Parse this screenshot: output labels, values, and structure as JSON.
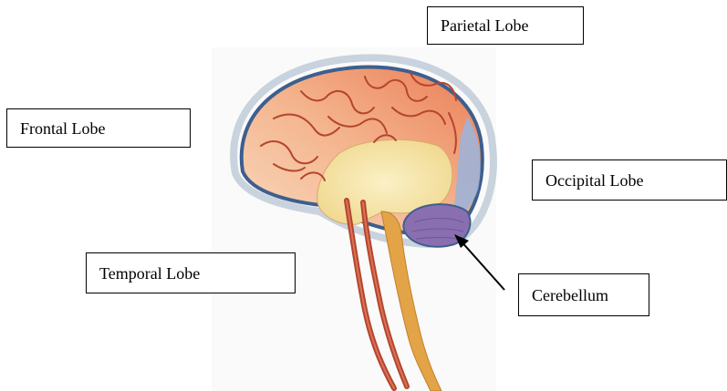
{
  "labels": {
    "parietal": "Parietal Lobe",
    "frontal": "Frontal Lobe",
    "occipital": "Occipital Lobe",
    "temporal": "Temporal Lobe",
    "cerebellum": "Cerebellum"
  },
  "colors": {
    "skull_outline": "#c9d3de",
    "brain_outline": "#3d5f8e",
    "cortex_front": "#f7c8a2",
    "cortex_top": "#ef8d60",
    "occipital_region": "#9eb3d6",
    "cerebellum": "#8a6fb0",
    "deep_structures": "#f3e3a6",
    "brainstem": "#e3a447",
    "vessels": "#b5452c"
  }
}
